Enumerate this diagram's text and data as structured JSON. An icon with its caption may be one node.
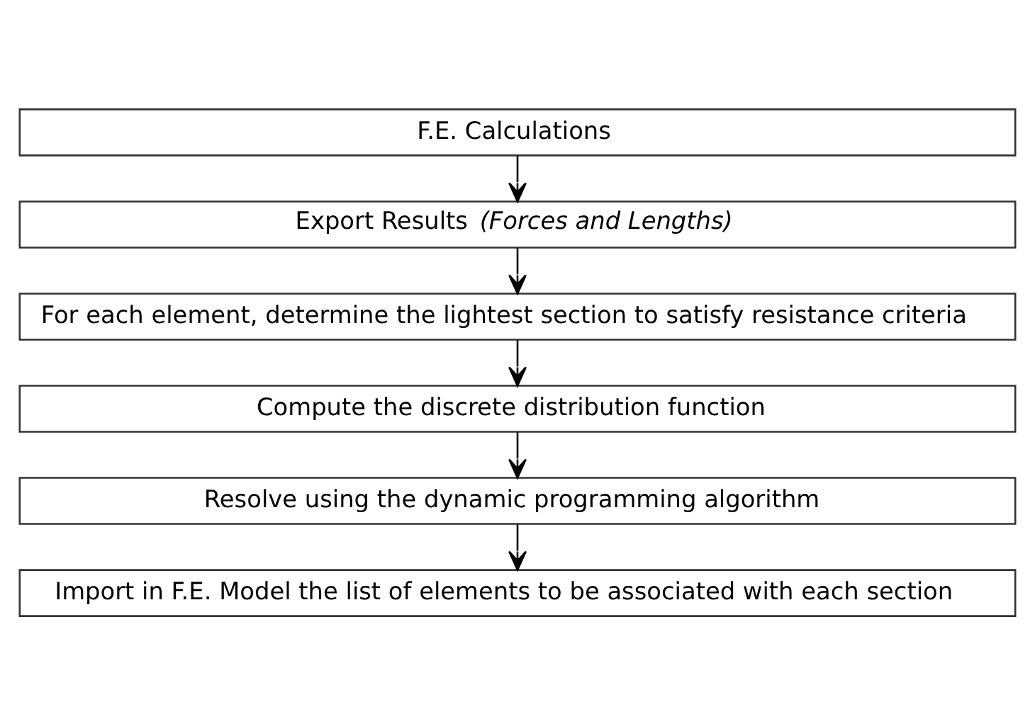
{
  "diagram": {
    "nodes": [
      {
        "text": [
          "F.E. Calculations"
        ]
      },
      {
        "text": [
          "Export Results *(Forces and Lengths)*"
        ]
      },
      {
        "text": [
          "For each element, determine the lightest section to satisfy resistance criteria"
        ]
      },
      {
        "text": [
          "Compute the discrete distribution function"
        ]
      },
      {
        "text": [
          "Resolve using the dynamic programming algorithm"
        ]
      },
      {
        "text": [
          "Import in F.E. Model the list of elements to be associated with each section"
        ]
      }
    ],
    "edges": [
      {
        "from": 0,
        "to": 1,
        "arrow": "to"
      },
      {
        "from": 1,
        "to": 2,
        "arrow": "to"
      },
      {
        "from": 2,
        "to": 3,
        "arrow": "to"
      },
      {
        "from": 3,
        "to": 4,
        "arrow": "to"
      },
      {
        "from": 4,
        "to": 5,
        "arrow": "to"
      }
    ]
  }
}
